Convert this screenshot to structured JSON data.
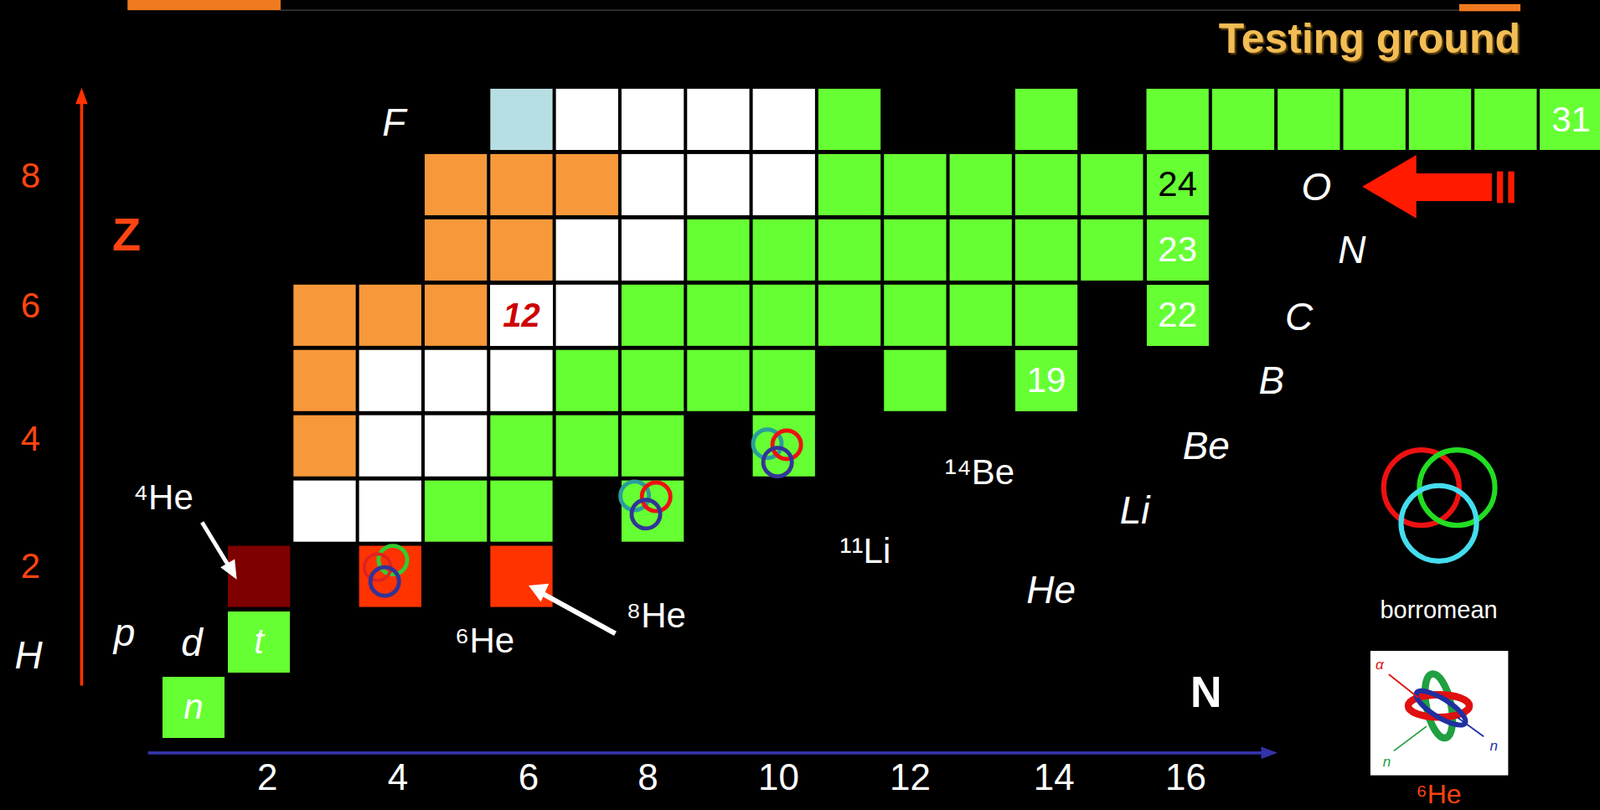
{
  "diagram": {
    "title": "Testing ground",
    "nodes": [
      {
        "text": [
          "31"
        ]
      },
      {
        "text": [
          "24"
        ]
      },
      {
        "text": [
          "23"
        ]
      },
      {
        "text": [
          "12"
        ]
      },
      {
        "text": [
          "22"
        ]
      },
      {
        "text": [
          "19"
        ]
      },
      {
        "text": [
          "t"
        ]
      },
      {
        "text": [
          "n"
        ]
      }
    ],
    "labels": [
      "F",
      "O",
      "N",
      "C",
      "B",
      "Be",
      "Li",
      "He",
      "H",
      "p",
      "d",
      "⁴He",
      "⁶He",
      "⁸He",
      "¹¹Li",
      "¹⁴Be",
      "Z",
      "8",
      "6",
      "4",
      "2",
      "N",
      "2",
      "4",
      "6",
      "8",
      "10",
      "12",
      "14",
      "16",
      "borromean",
      "α",
      "n",
      "n",
      "⁶He"
    ]
  }
}
